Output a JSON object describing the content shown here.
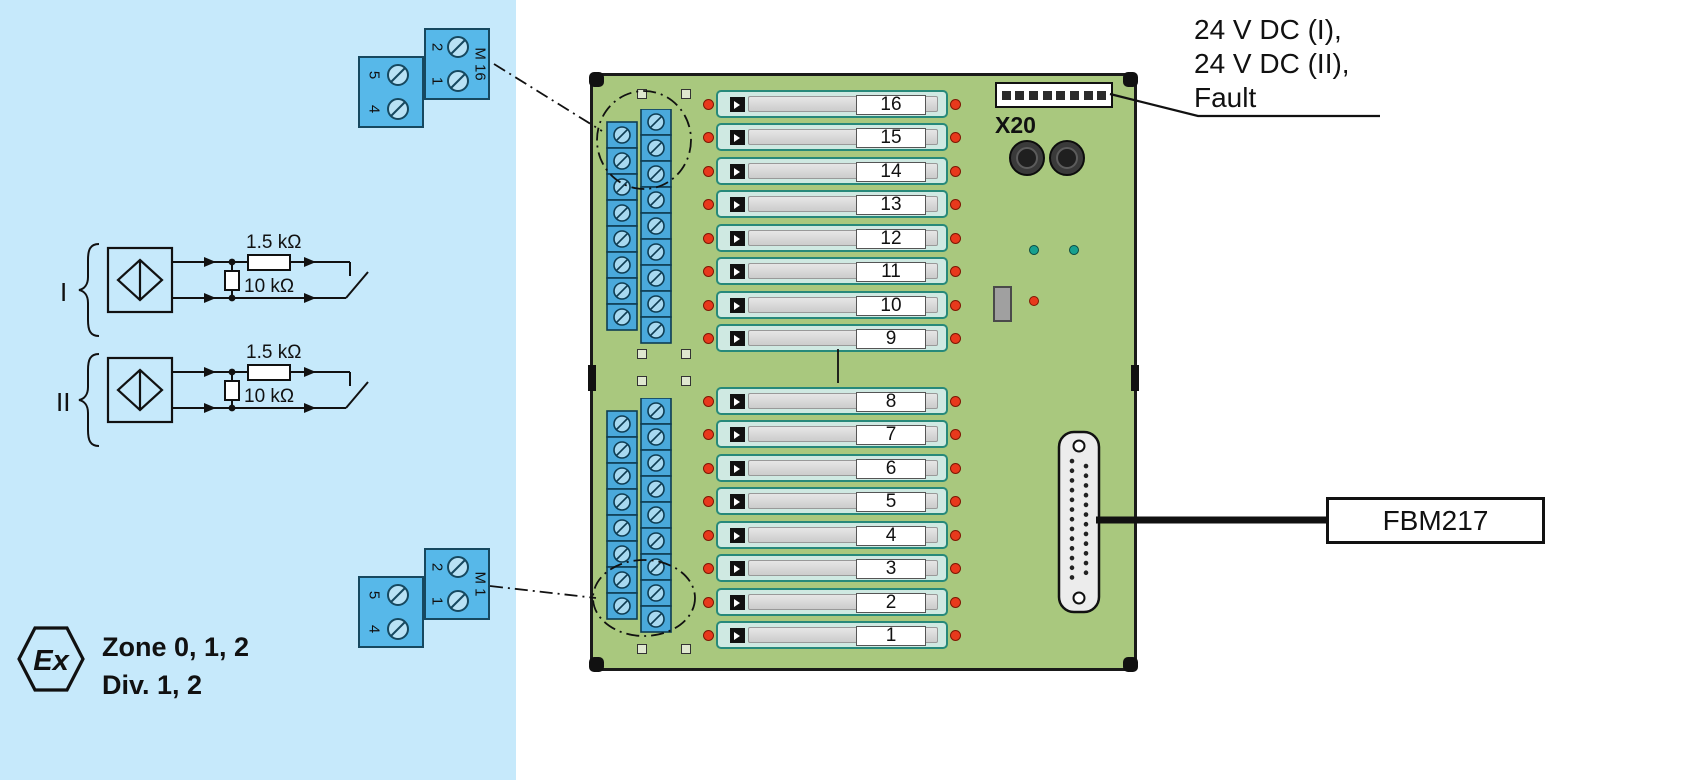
{
  "colors": {
    "panel_bg": "#c6e9fb",
    "board_bg": "#a9c87e",
    "module_fill": "#cfe9e2",
    "module_border": "#27897a",
    "terminal_blue": "#4aa9db",
    "red_dot": "#e8391c",
    "teal_led": "#17a08f",
    "red_led": "#e8391c"
  },
  "hazard_panel": {
    "zone_label": "Zone 0, 1, 2",
    "div_label": "Div. 1, 2",
    "ex_symbol": "Ex",
    "circuits": [
      {
        "label": "I",
        "series_resistor": "1.5 kΩ",
        "shunt_resistor": "10 kΩ"
      },
      {
        "label": "II",
        "series_resistor": "1.5 kΩ",
        "shunt_resistor": "10 kΩ"
      }
    ],
    "terminal_block_top": {
      "label": "M 16",
      "right_pins": [
        "2",
        "1"
      ],
      "left_pins": [
        "5",
        "4"
      ]
    },
    "terminal_block_bottom": {
      "label": "M 1",
      "right_pins": [
        "2",
        "1"
      ],
      "left_pins": [
        "5",
        "4"
      ]
    }
  },
  "board": {
    "connector_label": "X20",
    "modules_top": [
      "16",
      "15",
      "14",
      "13",
      "12",
      "11",
      "10",
      "9"
    ],
    "modules_bottom": [
      "8",
      "7",
      "6",
      "5",
      "4",
      "3",
      "2",
      "1"
    ]
  },
  "annotations": {
    "power_lines": [
      "24 V DC (I),",
      "24 V DC (II),",
      "Fault"
    ],
    "fbm_label": "FBM217"
  }
}
